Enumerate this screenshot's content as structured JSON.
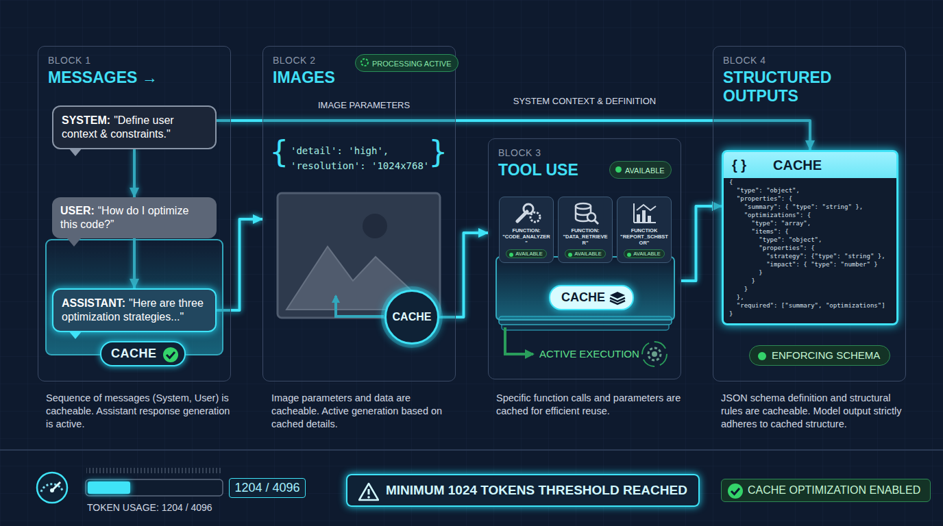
{
  "diagram": {
    "nodes": [
      {
        "text": [
          "BLOCK 1",
          "MESSAGES →"
        ]
      },
      {
        "text": [
          "SYSTEM:",
          "\"Define user context & constraints.\""
        ],
        "in": 0
      },
      {
        "text": [
          "USER:",
          "“How do I optimize this code?”"
        ],
        "in": 0
      },
      {
        "text": [
          "ASSISTANT:",
          "\"Here are three optimization strategies...\""
        ],
        "in": 0
      },
      {
        "text": [
          "CACHE"
        ],
        "in": 0
      },
      {
        "text": [
          "BLOCK 2",
          "IMAGES"
        ]
      },
      {
        "text": [
          "PROCESSING ACTIVE"
        ],
        "in": 5
      },
      {
        "text": [
          "CACHE"
        ],
        "in": 5
      },
      {
        "text": [
          "BLOCK 3",
          "TOOL USE"
        ]
      },
      {
        "text": [
          "AVAILABLE"
        ],
        "in": 8
      },
      {
        "text": [
          "FUNCTION: \"CODE_ANALYZER\"",
          "AVAILABLE"
        ],
        "in": 8
      },
      {
        "text": [
          "FUNCTION: \"DATA_RETRIEVER\"",
          "AVAILABLE"
        ],
        "in": 8
      },
      {
        "text": [
          "FUNCTIOK \"REPORT_SCHBSTOR\"",
          "AVAILABLE"
        ],
        "in": 8
      },
      {
        "text": [
          "CACHE"
        ],
        "in": 8
      },
      {
        "text": [
          "BLOCK 4",
          "STRUCTURED OUTPUTS"
        ]
      },
      {
        "text": [
          "{ }",
          "CACHE",
          "{",
          "  \"type\": \"object\",",
          "  \"properties\": {",
          "    \"summary\": { \"type\": \"string\" },",
          "    \"optimizations\": {",
          "      \"type\": \"array\",",
          "      \"items\": {",
          "        \"type\": \"object\",",
          "        \"properties\": {",
          "          \"strategy\": {\"type\": \"string\" },",
          "          \"impact\": { \"type\": \"number\" }",
          "        }",
          "      }",
          "    }",
          "  },",
          "  \"required\": [\"summary\", \"optimizations\"]",
          "}"
        ],
        "in": 14
      },
      {
        "text": [
          "ENFORCING SCHEMA"
        ],
        "in": 14
      },
      {
        "text": [
          "1204 / 4096"
        ]
      },
      {
        "text": [
          "MINIMUM 1024 TOKENS THRESHOLD REACHED"
        ]
      },
      {
        "text": [
          "CACHE OPTIMIZATION ENABLED"
        ]
      }
    ],
    "edges": [
      {
        "from": 1,
        "to": 15,
        "arrow": "to",
        "label": "SYSTEM CONTEXT & DEFINITION"
      },
      {
        "from": 1,
        "to": 2,
        "arrow": "to"
      },
      {
        "from": 2,
        "to": 3,
        "arrow": "to"
      },
      {
        "from": 3,
        "to": 5,
        "arrow": "to"
      },
      {
        "from": 7,
        "to": 8,
        "arrow": "to"
      },
      {
        "from": 8,
        "to": 15,
        "arrow": "to"
      }
    ],
    "labels": [
      "IMAGE PARAMETERS",
      "{",
      "'detail': 'high',",
      "'resolution': '1024x768'",
      "}",
      "ACTIVE EXECUTION",
      "Sequence of messages (System, User) is cacheable. Assistant response generation is active.",
      "Image parameters and data are cacheable. Active generation based on cached details.",
      "Specific function calls and parameters are cached for efficient reuse.",
      "JSON schema definition and structural rules are cacheable. Model output strictly adheres to cached structure.",
      "TOKEN USAGE: 1204 / 4096"
    ]
  }
}
